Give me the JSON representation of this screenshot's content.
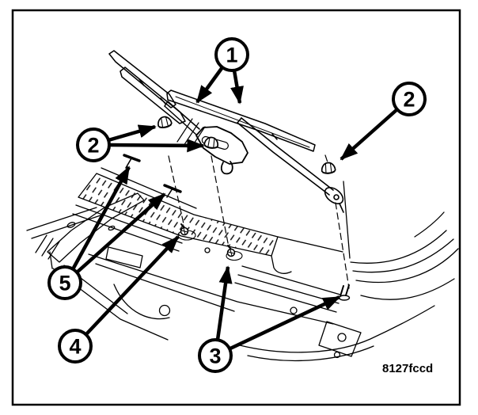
{
  "figure_code": "8127fccd",
  "colors": {
    "line": "#000000",
    "background": "#ffffff"
  },
  "callouts": [
    {
      "name": "callout-1",
      "label": "1"
    },
    {
      "name": "callout-2-left",
      "label": "2"
    },
    {
      "name": "callout-2-right",
      "label": "2"
    },
    {
      "name": "callout-3",
      "label": "3"
    },
    {
      "name": "callout-4",
      "label": "4"
    },
    {
      "name": "callout-5",
      "label": "5"
    }
  ]
}
